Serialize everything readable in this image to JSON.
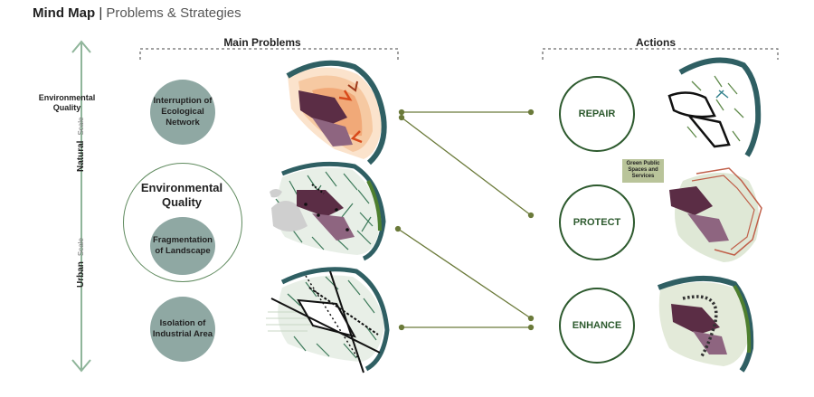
{
  "title": {
    "bold": "Mind Map",
    "sep": " | ",
    "light": "Problems & Strategies"
  },
  "headers": {
    "problems": "Main Problems",
    "actions": "Actions"
  },
  "axis": {
    "top_label": "Environmental Quality",
    "natural": "Natural",
    "urban": "Urban",
    "scale": "Scale"
  },
  "problems": [
    {
      "label": "Interruption of Ecological Network"
    },
    {
      "label": "Environmental Quality"
    },
    {
      "label": "Fragmentation of Landscape"
    },
    {
      "label": "Isolation of Industrial Area"
    }
  ],
  "actions": [
    {
      "label": "REPAIR"
    },
    {
      "label": "PROTECT"
    },
    {
      "label": "ENHANCE"
    }
  ],
  "badge": "Green Public Spaces and Services",
  "colors": {
    "accent": "#2d5a2e",
    "line": "#6b7a3a",
    "circle": "#8fa8a3",
    "teal": "#2f5f63",
    "plum": "#5b2d45"
  }
}
